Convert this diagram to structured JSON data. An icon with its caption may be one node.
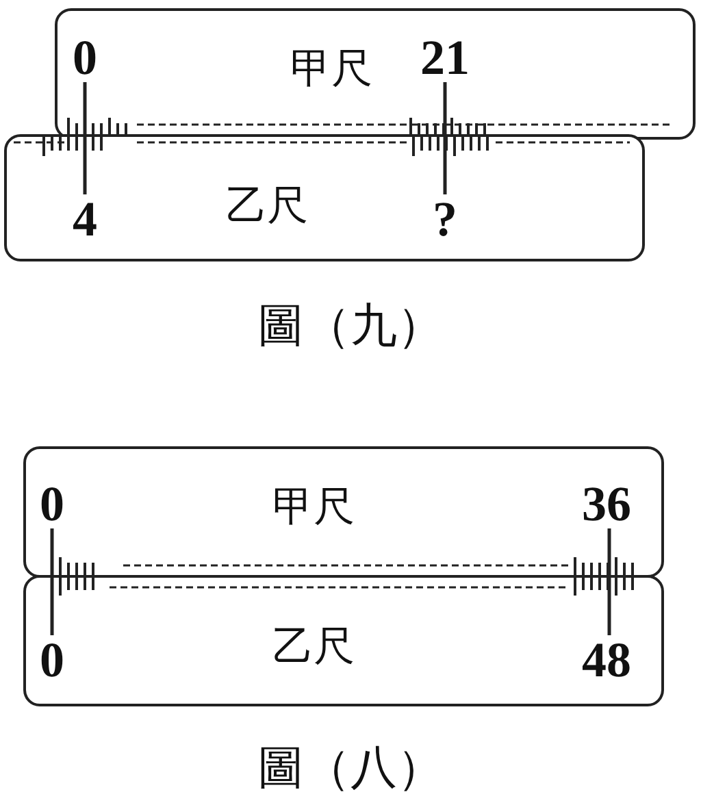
{
  "diagram": {
    "nodes": [
      {
        "text": [
          "甲尺"
        ]
      },
      {
        "text": [
          "乙尺"
        ]
      },
      {
        "text": [
          "甲尺"
        ]
      },
      {
        "text": [
          "乙尺"
        ]
      }
    ],
    "labels": [
      "0",
      "21",
      "4",
      "?",
      "圖（九）",
      "0",
      "36",
      "0",
      "48",
      "圖（八）"
    ]
  }
}
